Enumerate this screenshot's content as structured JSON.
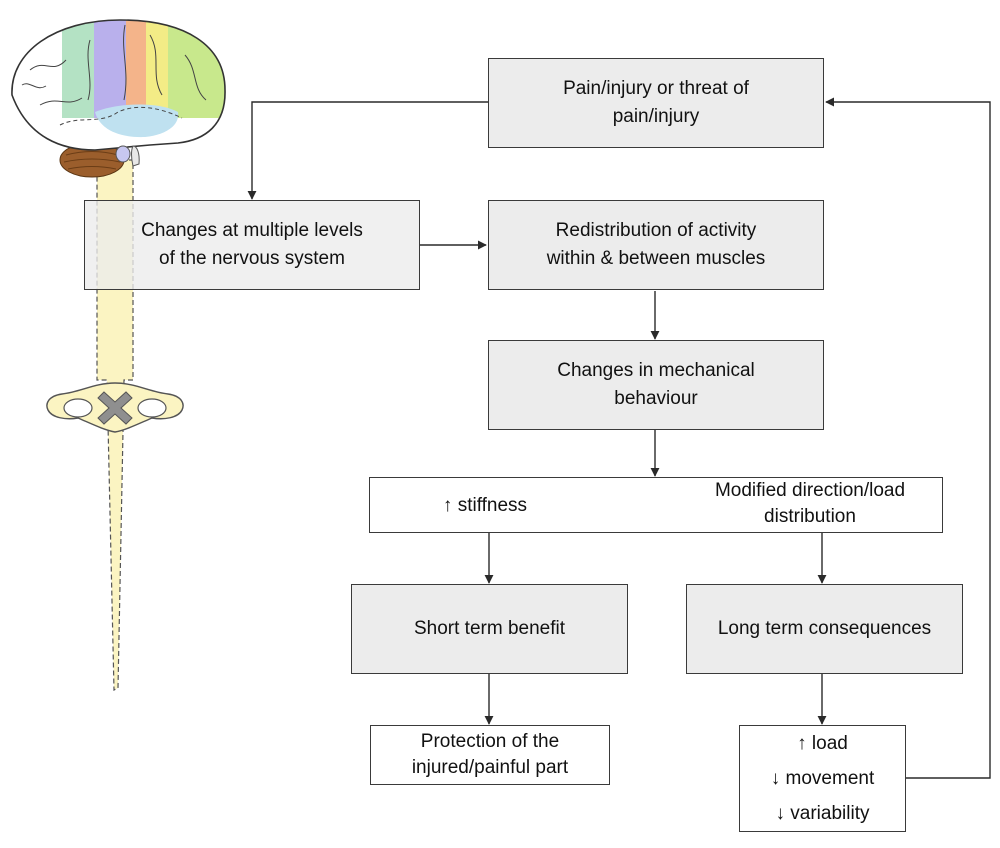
{
  "colors": {
    "box_fill": "#ececec",
    "border": "#3a3a3a",
    "spine_fill": "#fbf4c2",
    "cerebellum": "#9b5e2c"
  },
  "boxes": {
    "threat": "Pain/injury or threat of\npain/injury",
    "nervous": "Changes at multiple levels\nof the nervous system",
    "redistribution": "Redistribution of activity\nwithin & between muscles",
    "mechanical": "Changes in mechanical\nbehaviour",
    "stiffness": "↑ stiffness",
    "direction": "Modified direction/load\ndistribution",
    "short_term": "Short term benefit",
    "long_term": "Long term consequences",
    "protection": "Protection of the\ninjured/painful part",
    "outcomes": [
      "↑ load",
      "↓ movement",
      "↓ variability"
    ]
  },
  "icons": [
    "brain-icon",
    "spinal-cord-icon"
  ]
}
